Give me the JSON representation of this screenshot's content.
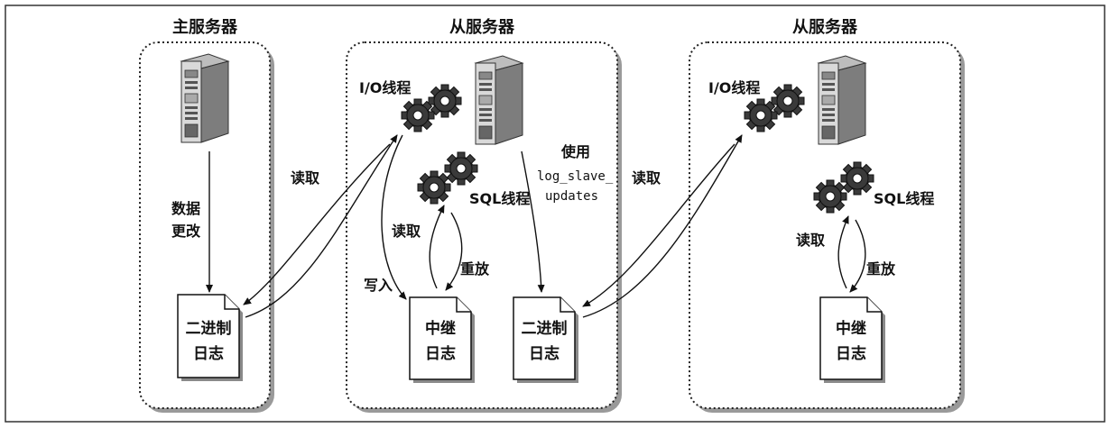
{
  "panels": {
    "master": {
      "title": "主服务器"
    },
    "slave1": {
      "title": "从服务器"
    },
    "slave2": {
      "title": "从服务器"
    }
  },
  "labels": {
    "data_change_1": "数据",
    "data_change_2": "更改",
    "read": "读取",
    "write": "写入",
    "replay": "重放",
    "io_thread": "I/O线程",
    "sql_thread": "SQL线程",
    "use": "使用",
    "log_slave_1": "log_slave_",
    "log_slave_2": "updates"
  },
  "docs": {
    "binlog_1": "二进制",
    "binlog_2": "日志",
    "relay_1": "中继",
    "relay_2": "日志"
  }
}
